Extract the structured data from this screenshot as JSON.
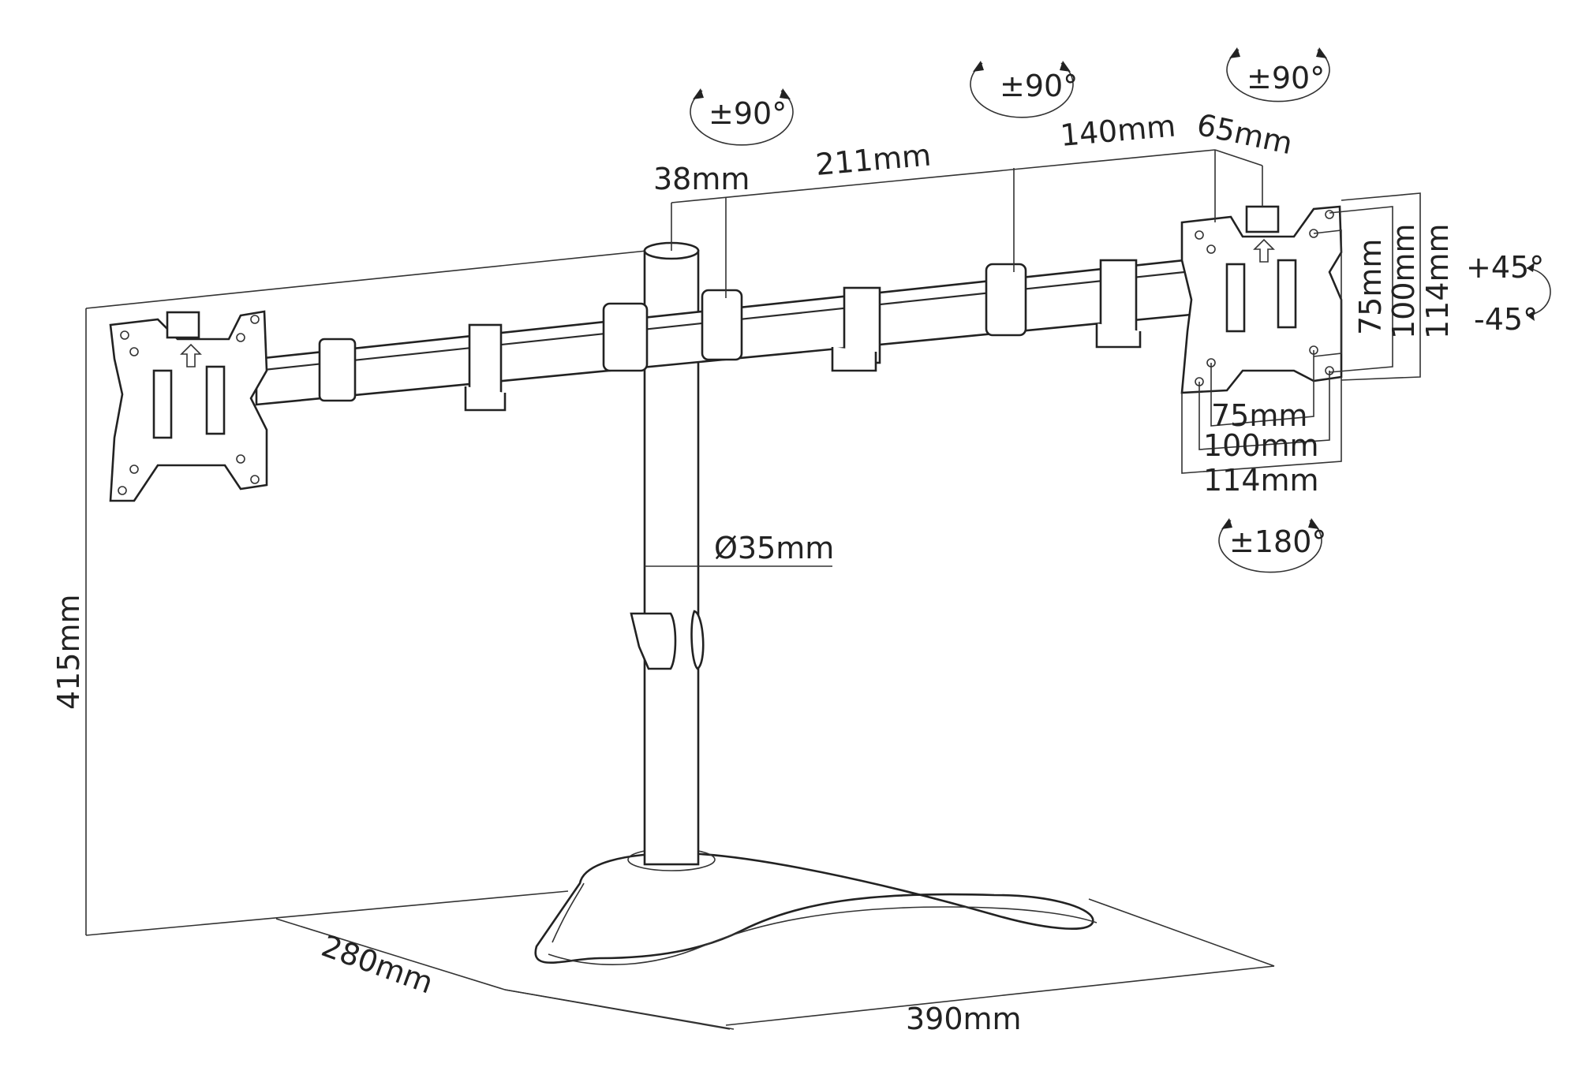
{
  "diagram": {
    "title_hidden": null,
    "rotations": {
      "pole_swivel": "±90°",
      "arm_swivel": "±90°",
      "head_swivel": "±90°",
      "head_rotation": "±180°",
      "tilt_up": "+45°",
      "tilt_down": "-45°"
    },
    "arm_dimensions": {
      "pole_offset": "38mm",
      "arm_segment_1": "211mm",
      "arm_segment_2": "140mm",
      "head_offset": "65mm"
    },
    "vesa": {
      "vertical_75": "75mm",
      "vertical_100": "100mm",
      "vertical_114": "114mm",
      "horizontal_75": "75mm",
      "horizontal_100": "100mm",
      "horizontal_114": "114mm"
    },
    "pole_diameter": "Ø35mm",
    "height": "415mm",
    "base_depth": "280mm",
    "base_width": "390mm",
    "line_color": "#222222"
  }
}
